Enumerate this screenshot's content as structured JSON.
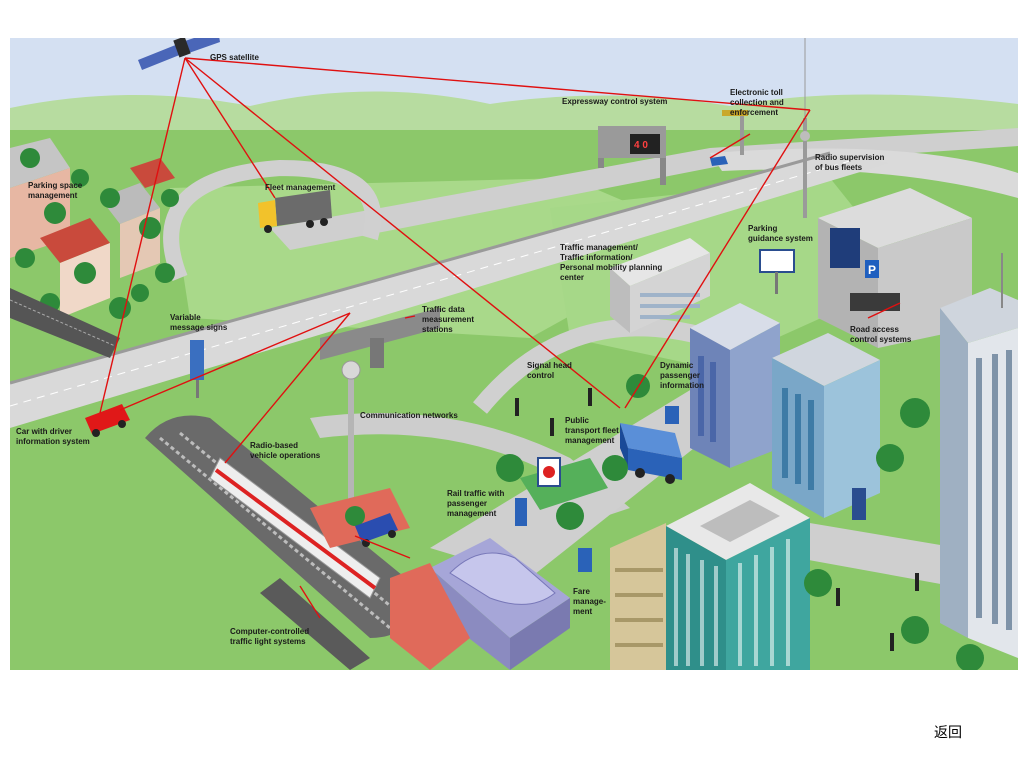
{
  "labels": {
    "gps_satellite": "GPS satellite",
    "fleet_management": "Fleet management",
    "parking_space_1": "Parking space",
    "parking_space_2": "management",
    "expressway": "Expressway control system",
    "toll_1": "Electronic toll",
    "toll_2": "collection and",
    "toll_3": "enforcement",
    "radio_bus_1": "Radio supervision",
    "radio_bus_2": "of bus fleets",
    "traffic_mgmt_1": "Traffic management/",
    "traffic_mgmt_2": "Traffic information/",
    "traffic_mgmt_3": "Personal mobility planning",
    "traffic_mgmt_4": "center",
    "parking_guidance_1": "Parking",
    "parking_guidance_2": "guidance system",
    "vms_1": "Variable",
    "vms_2": "message signs",
    "tdm_1": "Traffic data",
    "tdm_2": "measurement",
    "tdm_3": "stations",
    "road_access_1": "Road access",
    "road_access_2": "control systems",
    "signal_1": "Signal head",
    "signal_2": "control",
    "dyn_1": "Dynamic",
    "dyn_2": "passenger",
    "dyn_3": "information",
    "car_driver_1": "Car with driver",
    "car_driver_2": "information system",
    "comm_networks": "Communication networks",
    "public_transport_1": "Public",
    "public_transport_2": "transport fleet",
    "public_transport_3": "management",
    "radio_vehicle_1": "Radio-based",
    "radio_vehicle_2": "vehicle operations",
    "rail_1": "Rail traffic with",
    "rail_2": "passenger",
    "rail_3": "management",
    "fare_1": "Fare",
    "fare_2": "manage-",
    "fare_3": "ment",
    "ctl_1": "Computer-controlled",
    "ctl_2": "traffic light systems"
  },
  "sign_display": "4 0",
  "back_link": "返回",
  "colors": {
    "sky": "#d4e0f2",
    "grass": "#8cc86a",
    "road": "#d6d6d6",
    "link_line": "#e01010",
    "bus": "#2a62b8",
    "building_glass": "#2f8f8a"
  }
}
